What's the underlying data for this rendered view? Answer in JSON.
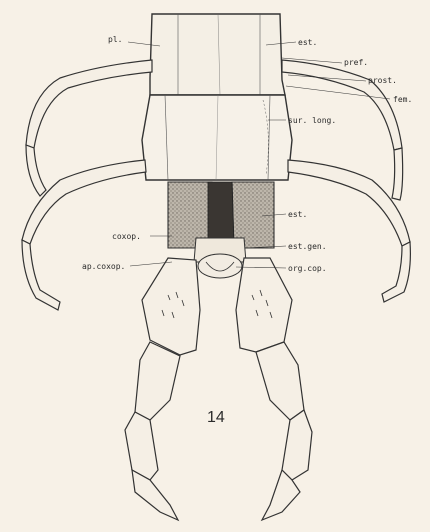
{
  "figure": {
    "number": "14",
    "labels": {
      "pl": "pl.",
      "est_top": "est.",
      "pref": "pref.",
      "prost": "prost.",
      "fem": "fem.",
      "sur_long": "sur. long.",
      "est_mid": "est.",
      "coxop": "coxop.",
      "est_gen": "est.gen.",
      "ap_coxop": "ap.coxop.",
      "org_cop": "org.cop."
    }
  }
}
